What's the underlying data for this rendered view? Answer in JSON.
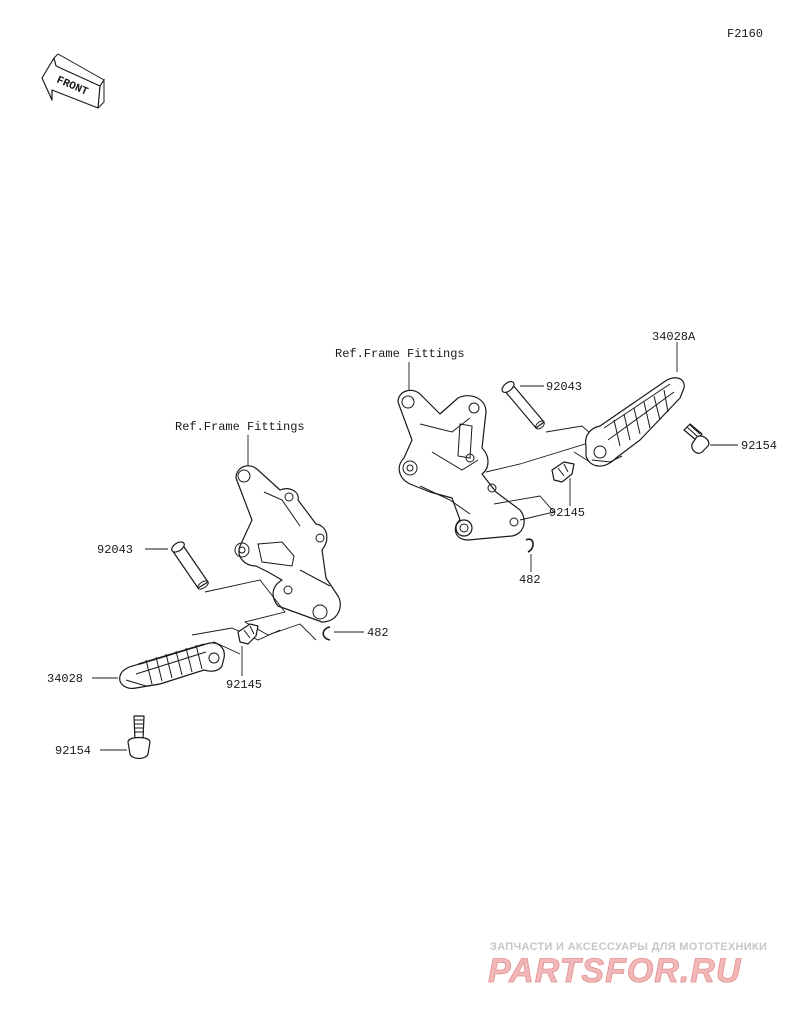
{
  "diagram": {
    "code": "F2160",
    "front_label": "FRONT",
    "ref_left": "Ref.Frame Fittings",
    "ref_right": "Ref.Frame Fittings",
    "labels": {
      "l_92043": "92043",
      "l_482": "482",
      "l_34028": "34028",
      "l_92145": "92145",
      "l_92154": "92154",
      "r_34028A": "34028A",
      "r_92043": "92043",
      "r_92154": "92154",
      "r_92145": "92145",
      "r_482": "482"
    }
  },
  "watermark": {
    "tagline": "ЗАПЧАСТИ И АКСЕССУАРЫ ДЛЯ МОТОТЕХНИКИ",
    "logo": "PARTSFOR.RU"
  }
}
